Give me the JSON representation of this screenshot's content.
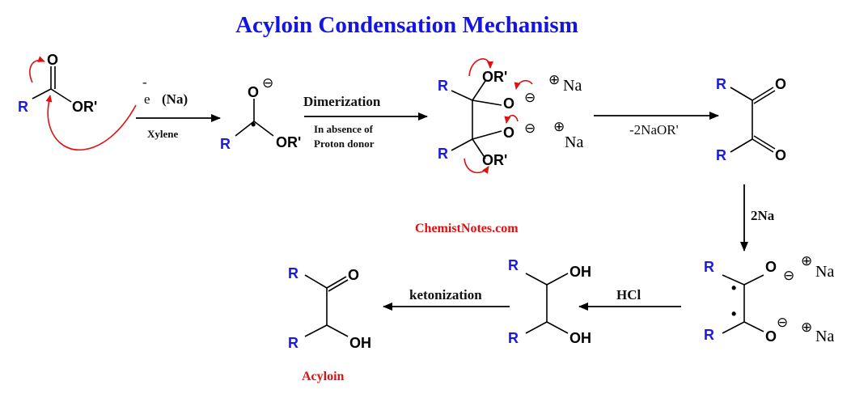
{
  "title": "Acyloin Condensation Mechanism",
  "watermark": "ChemistNotes.com",
  "product_label": "Acyloin",
  "conditions": {
    "electron": "e",
    "electron_charge": "-",
    "sodium": "(Na)",
    "solvent": "Xylene",
    "dimerization": "Dimerization",
    "absence_line1": "In absence of",
    "absence_line2": "Proton donor",
    "elimination": "-2NaOR'",
    "reduction": "2Na",
    "acid": "HCl",
    "tautomer": "ketonization"
  },
  "atoms": {
    "R": "R",
    "O": "O",
    "OR": "OR'",
    "OH": "OH",
    "Na": "Na",
    "minus": "⊖",
    "plus": "⊕",
    "dot": "•"
  },
  "colors": {
    "title": "#1414e6",
    "r_group": "#1a1ae6",
    "arrows_curly": "#e01010",
    "watermark": "#e01010"
  }
}
